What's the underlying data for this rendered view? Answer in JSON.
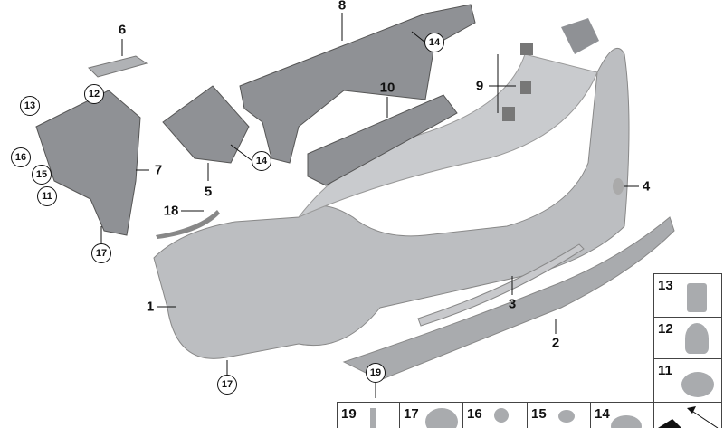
{
  "callouts": {
    "c8": "8",
    "c6": "6",
    "c10": "10",
    "c9": "9",
    "c7": "7",
    "c5": "5",
    "c4": "4",
    "c18": "18",
    "c1": "1",
    "c3": "3",
    "c2": "2"
  },
  "circled": {
    "c14a": "14",
    "c14b": "14",
    "c13": "13",
    "c12": "12",
    "c16": "16",
    "c15": "15",
    "c11": "11",
    "c17a": "17",
    "c17b": "17",
    "c19": "19"
  },
  "legend": {
    "side": [
      "13",
      "12",
      "11"
    ],
    "bottom": [
      "19",
      "17",
      "16",
      "15",
      "14"
    ]
  },
  "colors": {
    "part": "#b9bbbe",
    "part_dark": "#8e9094",
    "outline": "#111111"
  }
}
